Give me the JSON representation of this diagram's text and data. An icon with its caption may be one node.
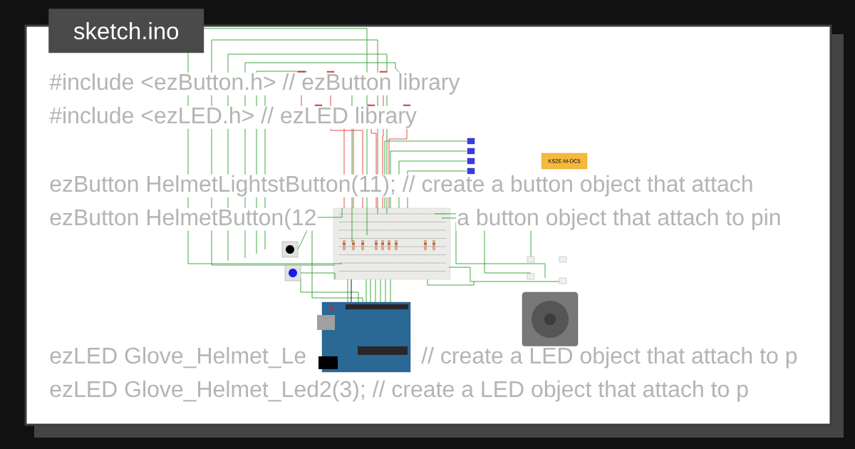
{
  "diagram": {
    "labels": [
      "sketch.ino",
      "#include <ezButton.h> // ezButton library",
      "#include <ezLED.h> // ezLED library",
      "ezButton HelmetLightstButton(11); // create a button object that attach",
      "ezButton HelmetButton(12",
      "a button object that attach to pin",
      "ezLED Glove_Helmet_Le",
      "// create a LED object that attach to p",
      "ezLED Glove_Helmet_Led2(3); // create a LED object that attach to p",
      "KS2E-M-DC5"
    ]
  }
}
